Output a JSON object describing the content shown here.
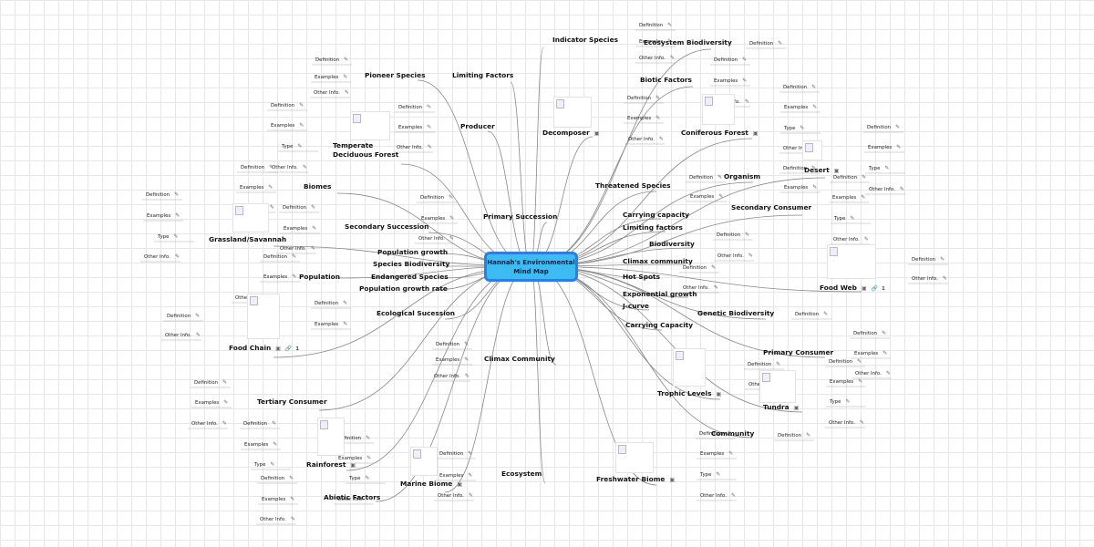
{
  "center": {
    "line1": "Hannah's Environmental",
    "line2": "Mind Map"
  },
  "topics": [
    {
      "id": "limiting_factors",
      "label": "Limiting Factors"
    },
    {
      "id": "pioneer_species",
      "label": "Pioneer Species"
    },
    {
      "id": "producer",
      "label": "Producer"
    },
    {
      "id": "temperate",
      "label": "Temperate Deciduous Forest"
    },
    {
      "id": "biomes",
      "label": "Biomes"
    },
    {
      "id": "grassland",
      "label": "Grassland/Savannah"
    },
    {
      "id": "primary_succession",
      "label": "Primary Succession"
    },
    {
      "id": "secondary_succession",
      "label": "Secondary Succession"
    },
    {
      "id": "population_growth",
      "label": "Population growth"
    },
    {
      "id": "species_biodiversity",
      "label": "Species Biodiversity"
    },
    {
      "id": "endangered_species",
      "label": "Endangered Species"
    },
    {
      "id": "population",
      "label": "Population"
    },
    {
      "id": "population_growth_rate",
      "label": "Population growth rate"
    },
    {
      "id": "ecological_succession",
      "label": "Ecological Sucession"
    },
    {
      "id": "food_chain",
      "label": "Food Chain"
    },
    {
      "id": "climax_community_l",
      "label": "Climax Community"
    },
    {
      "id": "tertiary_consumer",
      "label": "Tertiary Consumer"
    },
    {
      "id": "rainforest",
      "label": "Rainforest"
    },
    {
      "id": "marine_biome",
      "label": "Marine Biome"
    },
    {
      "id": "abiotic_factors",
      "label": "Abiotic Factors"
    },
    {
      "id": "ecosystem",
      "label": "Ecosystem"
    },
    {
      "id": "indicator_species",
      "label": "Indicator Species"
    },
    {
      "id": "ecosystem_biodiversity",
      "label": "Ecosystem Biodiversity"
    },
    {
      "id": "biotic_factors",
      "label": "Biotic Factors"
    },
    {
      "id": "decomposer",
      "label": "Decomposer"
    },
    {
      "id": "coniferous_forest",
      "label": "Coniferous Forest"
    },
    {
      "id": "threatened_species",
      "label": "Threatened Species"
    },
    {
      "id": "organism",
      "label": "Organism"
    },
    {
      "id": "desert",
      "label": "Desert"
    },
    {
      "id": "secondary_consumer",
      "label": "Secondary Consumer"
    },
    {
      "id": "carrying_capacity_l",
      "label": "Carrying capacity"
    },
    {
      "id": "limiting_factors_2",
      "label": "Limiting factors"
    },
    {
      "id": "biodiversity",
      "label": "Biodiversity"
    },
    {
      "id": "climax_community_r",
      "label": "Climax community"
    },
    {
      "id": "hot_spots",
      "label": "Hot Spots"
    },
    {
      "id": "food_web",
      "label": "Food Web"
    },
    {
      "id": "exponential_growth",
      "label": "Exponential growth"
    },
    {
      "id": "j_curve",
      "label": "J-curve"
    },
    {
      "id": "genetic_biodiversity",
      "label": "Genetic Biodiversity"
    },
    {
      "id": "carrying_capacity_u",
      "label": "Carrying Capacity"
    },
    {
      "id": "primary_consumer",
      "label": "Primary Consumer"
    },
    {
      "id": "trophic_levels",
      "label": "Trophic Levels"
    },
    {
      "id": "tundra",
      "label": "Tundra"
    },
    {
      "id": "community",
      "label": "Community"
    },
    {
      "id": "freshwater_biome",
      "label": "Freshwater Biome"
    }
  ],
  "sub_labels": {
    "definition": "Definition",
    "examples": "Examples",
    "type": "Type",
    "other_info": "Other Info."
  },
  "link_count": "1",
  "icons": {
    "note": "note-icon",
    "image": "image-icon",
    "link": "link-icon"
  },
  "colors": {
    "central_fill": "#3dbbf3",
    "central_border": "#2c7fe0",
    "lines": "#888888",
    "grid": "#e6e6e6"
  }
}
